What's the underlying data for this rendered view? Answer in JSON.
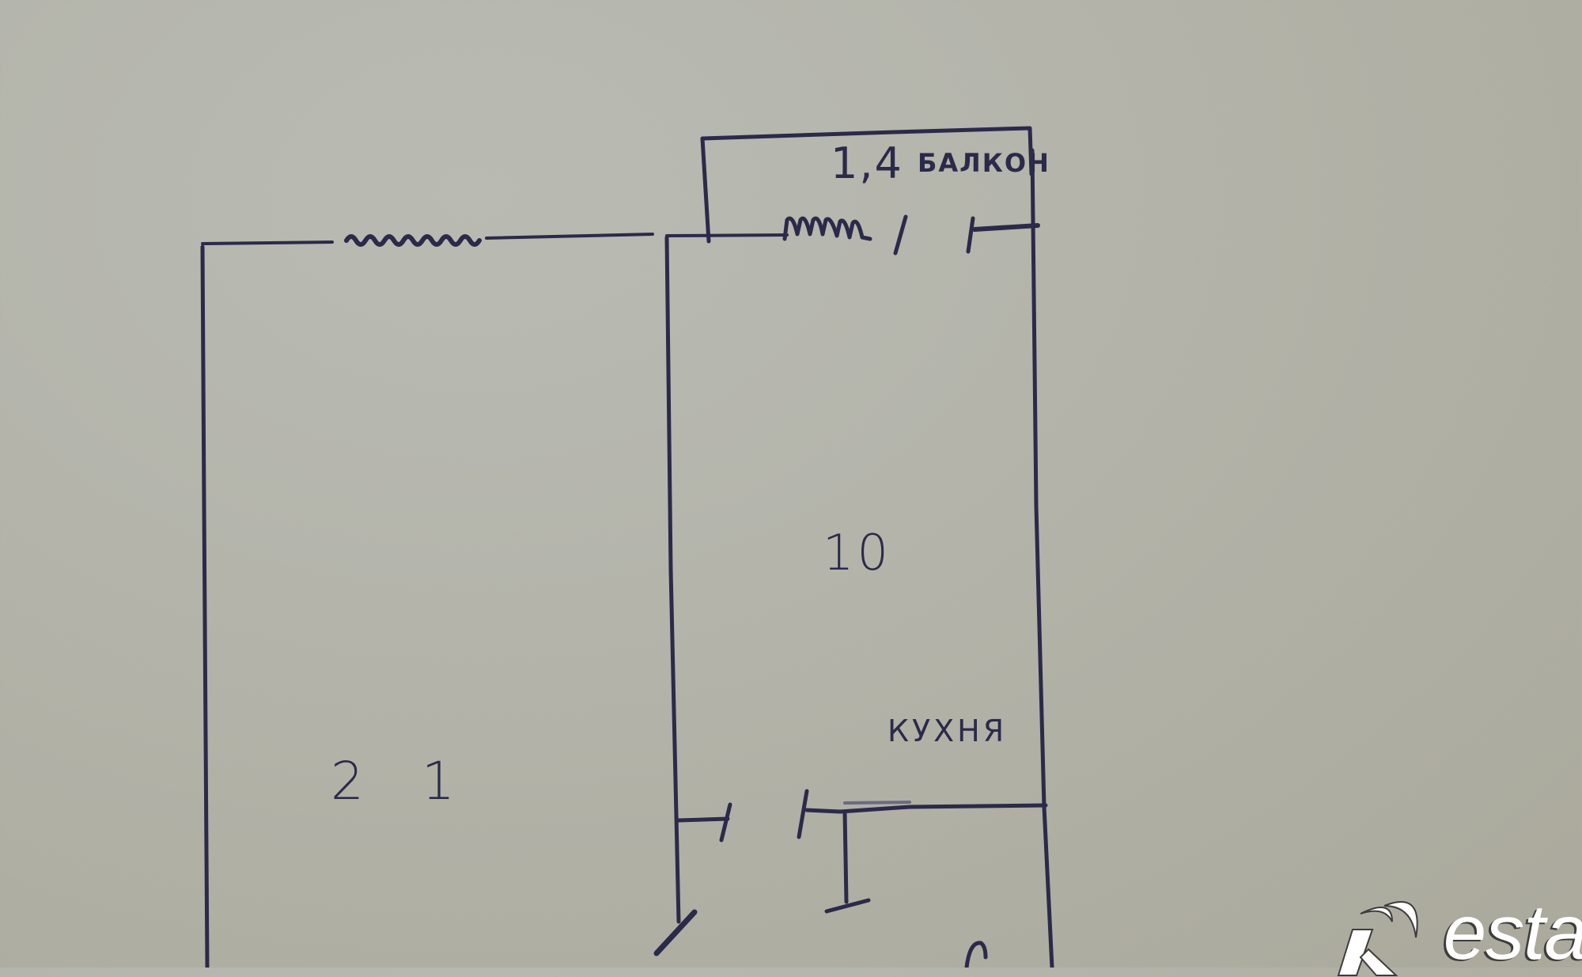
{
  "diagram": {
    "type": "floor_plan_sketch",
    "ink_color": "#2b2a4a",
    "paper_color": "#b3b3a9",
    "rooms": [
      {
        "id": "living-room",
        "area": "2 1"
      },
      {
        "id": "kitchen",
        "area": "10",
        "name": "КУХНЯ"
      },
      {
        "id": "balcony",
        "area": "1,4",
        "name": "БАЛКОН"
      }
    ],
    "partial_label": "' С"
  },
  "watermark": {
    "brand": "Restate",
    "text_color": "#ffffff"
  }
}
